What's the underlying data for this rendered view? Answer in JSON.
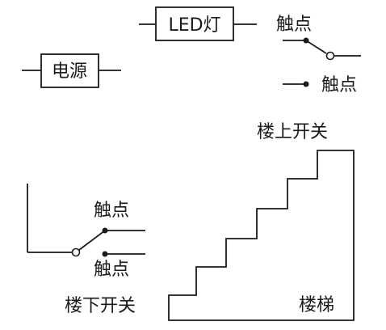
{
  "components": {
    "led": {
      "label": "LED灯"
    },
    "power": {
      "label": "电源"
    },
    "top_contact_upper": {
      "label": "触点"
    },
    "top_contact_lower": {
      "label": "触点"
    },
    "bottom_contact_upper": {
      "label": "触点"
    },
    "bottom_contact_lower": {
      "label": "触点"
    }
  },
  "labels": {
    "upstairs_switch": "楼上开关",
    "downstairs_switch": "楼下开关",
    "staircase": "楼梯"
  },
  "colors": {
    "line": "#1a1a1a",
    "background": "#ffffff"
  }
}
